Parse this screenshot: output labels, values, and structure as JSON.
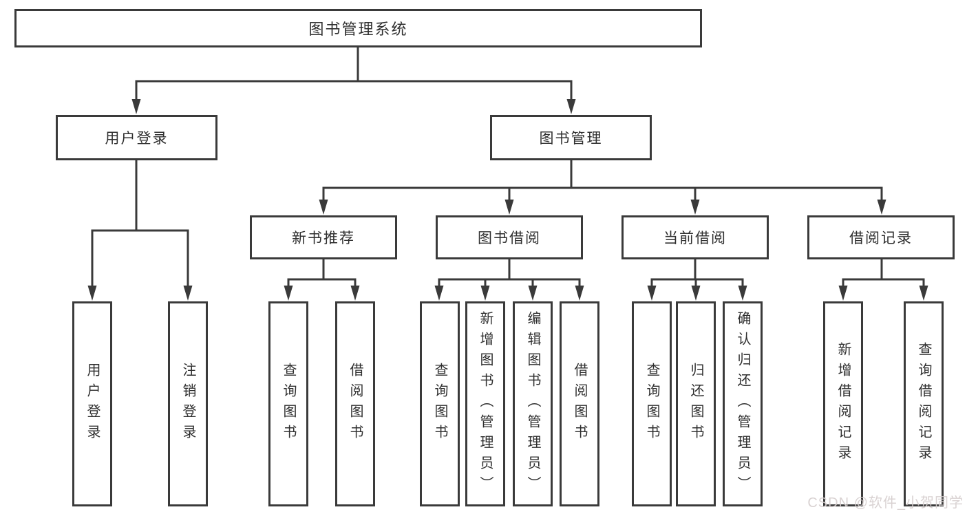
{
  "colors": {
    "line": "#3a3a3a",
    "text": "#2f2f2f",
    "background": "#ffffff",
    "watermark": "#d6cece"
  },
  "nodes": {
    "root": {
      "label": "图书管理系统"
    },
    "user_login": {
      "label": "用户登录"
    },
    "book_management": {
      "label": "图书管理"
    },
    "new_book_recommend": {
      "label": "新书推荐"
    },
    "book_borrowing": {
      "label": "图书借阅"
    },
    "current_borrowing": {
      "label": "当前借阅"
    },
    "borrow_records": {
      "label": "借阅记录"
    },
    "leaf_user_login": {
      "label": "用户登录"
    },
    "leaf_logout": {
      "label": "注销登录"
    },
    "leaf_query_books_recommend": {
      "label": "查询图书"
    },
    "leaf_borrow_books_recommend": {
      "label": "借阅图书"
    },
    "leaf_query_books_borrowing": {
      "label": "查询图书"
    },
    "leaf_add_book_admin": {
      "label": "新增图书（管理员）"
    },
    "leaf_edit_book_admin": {
      "label": "编辑图书（管理员）"
    },
    "leaf_borrow_books_borrowing": {
      "label": "借阅图书"
    },
    "leaf_query_books_current": {
      "label": "查询图书"
    },
    "leaf_return_book": {
      "label": "归还图书"
    },
    "leaf_confirm_return_admin": {
      "label": "确认归还（管理员）"
    },
    "leaf_add_borrow_record": {
      "label": "新增借阅记录"
    },
    "leaf_query_borrow_record": {
      "label": "查询借阅记录"
    }
  },
  "hierarchy": {
    "root": "图书管理系统",
    "children": [
      {
        "label": "用户登录",
        "children": [
          "用户登录",
          "注销登录"
        ]
      },
      {
        "label": "图书管理",
        "children": [
          {
            "label": "新书推荐",
            "children": [
              "查询图书",
              "借阅图书"
            ]
          },
          {
            "label": "图书借阅",
            "children": [
              "查询图书",
              "新增图书（管理员）",
              "编辑图书（管理员）",
              "借阅图书"
            ]
          },
          {
            "label": "当前借阅",
            "children": [
              "查询图书",
              "归还图书",
              "确认归还（管理员）"
            ]
          },
          {
            "label": "借阅记录",
            "children": [
              "新增借阅记录",
              "查询借阅记录"
            ]
          }
        ]
      }
    ]
  },
  "watermark": {
    "text": "CSDN @软件_小贺同学"
  }
}
